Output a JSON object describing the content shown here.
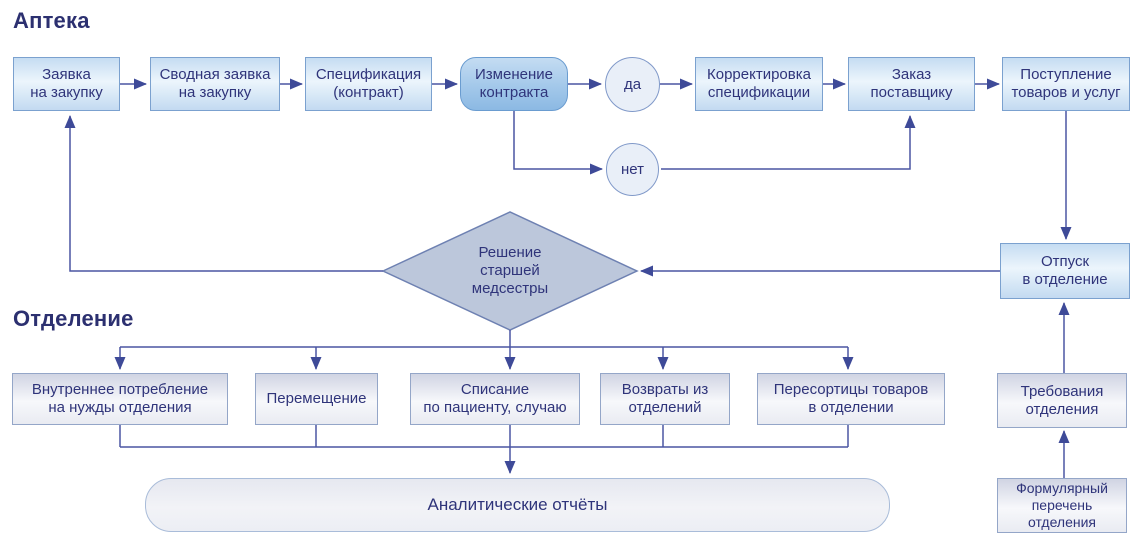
{
  "pharmacy": {
    "title": "Аптека",
    "nodes": {
      "purchase_request": "Заявка\nна закупку",
      "consolidated_request": "Сводная заявка\nна закупку",
      "specification": "Спецификация\n(контракт)",
      "contract_change": "Изменение\nконтракта",
      "yes": "да",
      "no": "нет",
      "spec_adjustment": "Корректировка\nспецификации",
      "supplier_order": "Заказ\nпоставщику",
      "goods_receipt": "Поступление\nтоваров и услуг",
      "dispense_to_department": "Отпуск\nв отделение",
      "head_nurse_decision": "Решение\nстаршей\nмедсестры"
    }
  },
  "department": {
    "title": "Отделение",
    "nodes": {
      "internal_consumption": "Внутреннее потребление\nна нужды отделения",
      "transfer": "Перемещение",
      "patient_writeoff": "Списание\nпо пациенту, случаю",
      "returns": "Возвраты из\nотделений",
      "regrading": "Пересортицы товаров\nв отделении",
      "department_requisition": "Требования\nотделения",
      "formulary_list": "Формулярный\nперечень\nотделения",
      "analytical_reports": "Аналитические отчёты"
    }
  },
  "colors": {
    "line": "#4a55a2",
    "arrowhead": "#3e4a98",
    "text": "#2f347a",
    "blue_box_border": "#7ba1cf",
    "blue_box_fill": "#c5dcf2",
    "accent_box_fill": "#8cb9e3",
    "diamond_fill": "#bcc7db",
    "diamond_border": "#6e81b2",
    "dept_box_fill": "#d0d4e3",
    "circle_fill": "#e9eff8",
    "reports_fill": "#e6e8f0"
  }
}
